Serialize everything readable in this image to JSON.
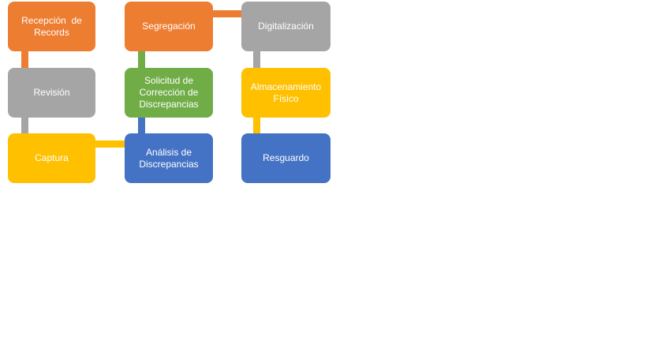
{
  "canvas": {
    "background": "#FFFFFF"
  },
  "diagram": {
    "type": "bending-process-flow",
    "text_color": "#FFFFFF",
    "boxes": [
      {
        "id": "recepcion-de-records",
        "label": "Recepción  de\nRecords",
        "color": "#ED7D31"
      },
      {
        "id": "revision",
        "label": "Revisión",
        "color": "#A5A5A5"
      },
      {
        "id": "captura",
        "label": "Captura",
        "color": "#FFC000"
      },
      {
        "id": "segregacion",
        "label": "Segregación",
        "color": "#ED7D31"
      },
      {
        "id": "solicitud-de-correccion",
        "label": "Solicitud de\nCorrección de\nDiscrepancias",
        "color": "#70AD47"
      },
      {
        "id": "analisis-de-discrepancias",
        "label": "Análisis de\nDiscrepancias",
        "color": "#4472C4"
      },
      {
        "id": "digitalizacion",
        "label": "Digitalización",
        "color": "#A5A5A5"
      },
      {
        "id": "almacenamiento-fisico",
        "label": "Almacenamiento\nFísico",
        "color": "#FFC000"
      },
      {
        "id": "resguardo",
        "label": "Resguardo",
        "color": "#4472C4"
      }
    ],
    "connectors": [
      {
        "from": "recepcion-de-records",
        "to": "revision",
        "color": "#ED7D31",
        "orientation": "vertical"
      },
      {
        "from": "revision",
        "to": "captura",
        "color": "#A5A5A5",
        "orientation": "vertical"
      },
      {
        "from": "captura",
        "to": "analisis-de-discrepancias",
        "color": "#FFC000",
        "orientation": "horizontal"
      },
      {
        "from": "analisis-de-discrepancias",
        "to": "solicitud-de-correccion",
        "color": "#4472C4",
        "orientation": "vertical"
      },
      {
        "from": "solicitud-de-correccion",
        "to": "segregacion",
        "color": "#70AD47",
        "orientation": "vertical"
      },
      {
        "from": "segregacion",
        "to": "digitalizacion",
        "color": "#ED7D31",
        "orientation": "horizontal"
      },
      {
        "from": "digitalizacion",
        "to": "almacenamiento-fisico",
        "color": "#A5A5A5",
        "orientation": "vertical"
      },
      {
        "from": "almacenamiento-fisico",
        "to": "resguardo",
        "color": "#FFC000",
        "orientation": "vertical"
      }
    ]
  }
}
